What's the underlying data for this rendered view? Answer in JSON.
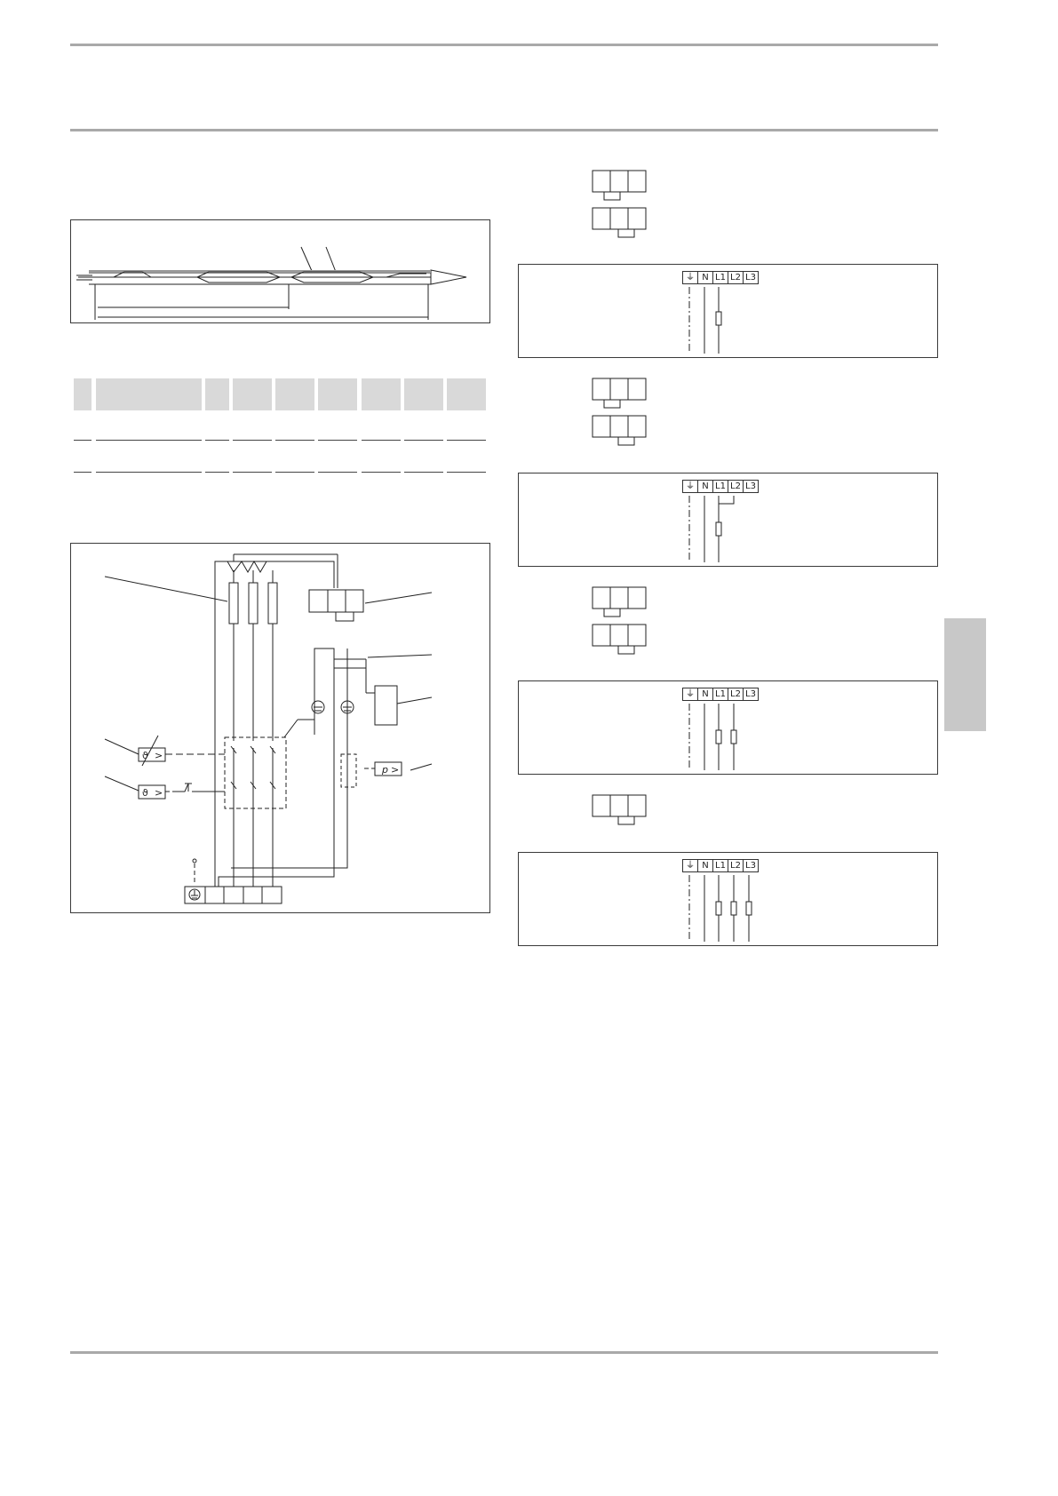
{
  "side_tab": {
    "color": "#c8c8c8"
  },
  "rules": {
    "color": "#a9a9a9"
  },
  "table": {
    "header_color": "#d9d9d9",
    "columns": 9,
    "rows": 2
  },
  "terminal_labels": [
    "⏚",
    "N",
    "L1",
    "L2",
    "L3"
  ],
  "schematic": {
    "sensor_theta": "ϑ",
    "sensor_gt": ">",
    "pressure_p": "p",
    "earth_symbol": "⏚"
  },
  "bracket_icons": {
    "count": 7
  }
}
